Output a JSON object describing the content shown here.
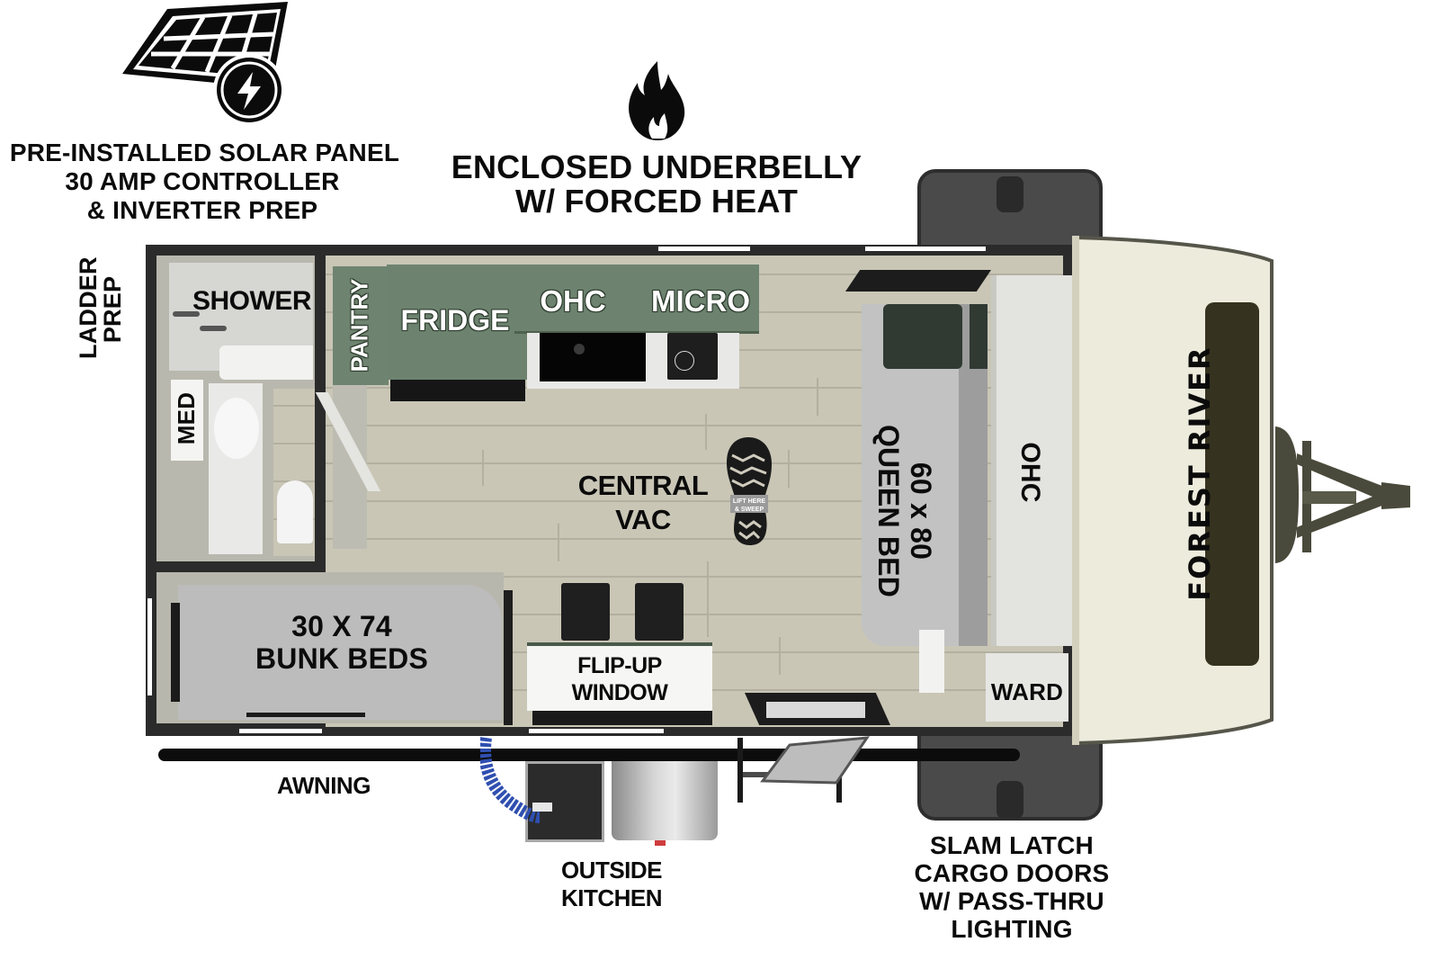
{
  "features": {
    "solar": {
      "icon": "solar-panel-icon",
      "lines": [
        "PRE-INSTALLED SOLAR PANEL",
        "30 AMP CONTROLLER",
        "& INVERTER PREP"
      ]
    },
    "underbelly": {
      "icon": "flame-icon",
      "lines": [
        "ENCLOSED UNDERBELLY",
        "W/ FORCED HEAT"
      ]
    },
    "cargo": {
      "lines": [
        "SLAM LATCH",
        "CARGO DOORS",
        "W/ PASS-THRU",
        "LIGHTING"
      ]
    },
    "ladder": {
      "lines": [
        "LADDER",
        "PREP"
      ]
    },
    "awning": {
      "label": "AWNING"
    },
    "outside_kitchen": {
      "lines": [
        "OUTSIDE",
        "KITCHEN"
      ]
    }
  },
  "rooms": {
    "bathroom": {
      "shower": "SHOWER",
      "med": "MED"
    },
    "kitchen": {
      "pantry": "PANTRY",
      "fridge": "FRIDGE",
      "ohc": "OHC",
      "micro": "MICRO"
    },
    "living": {
      "central_vac_lines": [
        "CENTRAL",
        "VAC"
      ],
      "central_vac_icon": "boot-print-icon",
      "boot_text": [
        "LIFT HERE",
        "& SWEEP"
      ]
    },
    "bunk": {
      "lines": [
        "30 X 74",
        "BUNK BEDS"
      ]
    },
    "dinette": {
      "lines": [
        "FLIP-UP",
        "WINDOW"
      ]
    },
    "bedroom": {
      "bed_lines": [
        "60 x 80",
        "QUEEN BED"
      ],
      "ohc": "OHC",
      "ward": "WARD"
    }
  },
  "brand": {
    "name": "FOREST RIVER"
  },
  "colors": {
    "cabinet_green": "#6f8470",
    "wall": "#2b2b2b",
    "floor": "#c9c6b6",
    "front_cap": "#ecebdc",
    "hitch": "#4a4a3c",
    "cargo_door": "#4a4a4a",
    "hose_blue": "#2f4fb0"
  }
}
